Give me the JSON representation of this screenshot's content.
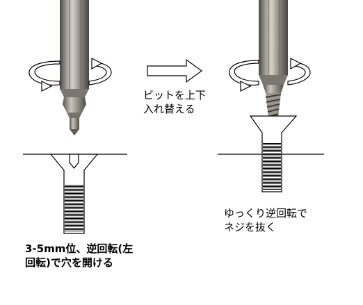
{
  "captions": {
    "swap_bits": [
      "ビットを上下",
      "入れ替える"
    ],
    "step1_drill": [
      "3-5mm位、逆回転(左",
      "回転)で穴を開ける"
    ],
    "step2_extract": [
      "ゆっくり逆回転で",
      "ネジを抜く"
    ]
  },
  "colors": {
    "line": "#000000",
    "arrow_fill": "#ffffff",
    "shank_dark": "#5a5651",
    "shank_light": "#bdb8b0",
    "tip_metal": "#8e8a83"
  }
}
